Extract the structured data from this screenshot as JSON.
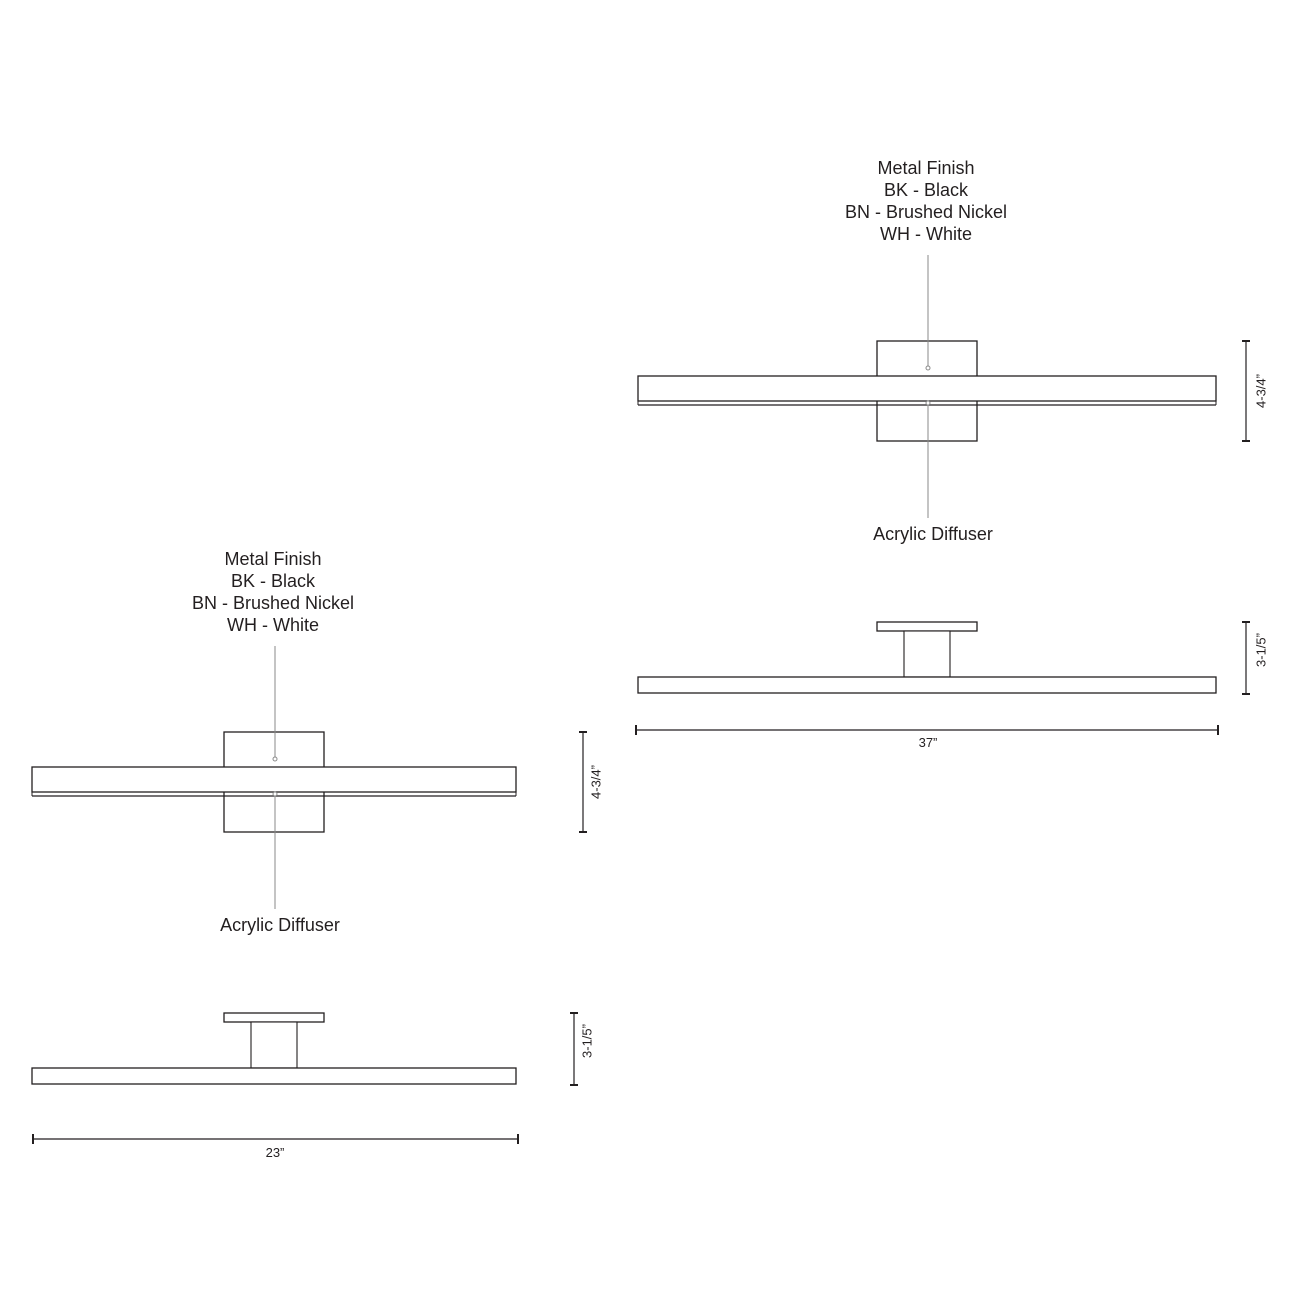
{
  "drawings": [
    {
      "name": "large-fixture",
      "finish_label": [
        "Metal Finish",
        "BK - Black",
        "BN - Brushed Nickel",
        "WH - White"
      ],
      "diffuser_label": "Acrylic Diffuser",
      "height_front": "4-3/4”",
      "height_side": "3-1/5”",
      "width": "37”"
    },
    {
      "name": "small-fixture",
      "finish_label": [
        "Metal Finish",
        "BK - Black",
        "BN - Brushed Nickel",
        "WH - White"
      ],
      "diffuser_label": "Acrylic Diffuser",
      "height_front": "4-3/4”",
      "height_side": "3-1/5”",
      "width": "23”"
    }
  ],
  "colors": {
    "line": "#231f20",
    "leader": "#8a8a8a"
  }
}
